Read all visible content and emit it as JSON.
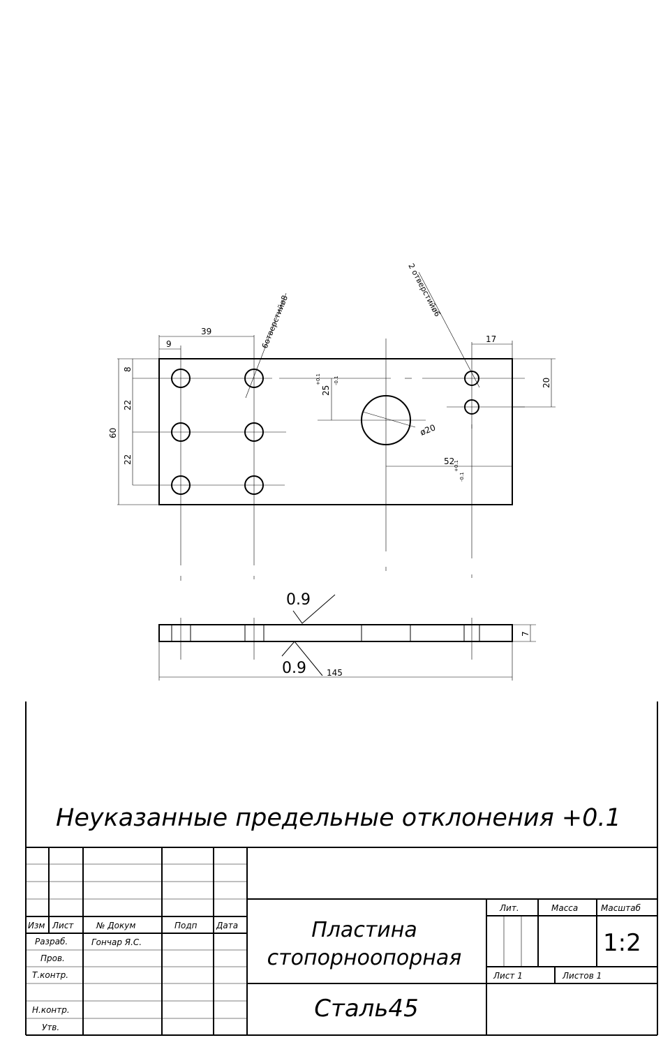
{
  "plan_view": {
    "dim_39": "39",
    "dim_9": "9",
    "dim_17": "17",
    "dim_8": "8",
    "dim_22a": "22",
    "dim_22b": "22",
    "dim_60": "60",
    "dim_20": "20",
    "dim_25": "25",
    "tol_25_upper": "+0.1",
    "tol_25_lower": "-0.1",
    "dim_52": "52",
    "tol_52_upper": "+0.1",
    "tol_52_lower": "-0.1",
    "dia_20": "ø20",
    "holes_6_leader": "6отверстийø8",
    "holes_2_leader": "2 отверстийø6"
  },
  "side_view": {
    "roughness_top": "0.9",
    "roughness_bottom": "0.9",
    "dim_145": "145",
    "dim_7": "7"
  },
  "note": "Неуказанные предельные отклонения +0.1",
  "title_block": {
    "col_izm": "Изм",
    "col_list": "Лист",
    "col_dokum": "№ Докум",
    "col_podp": "Подп",
    "col_data": "Дата",
    "row_razrab": "Разраб.",
    "razrab_name": "Гончар Я.С.",
    "row_prov": "Пров.",
    "row_tkontr": "Т.контр.",
    "row_nkontr": "Н.контр.",
    "row_utv": "Утв.",
    "part_name_1": "Пластина",
    "part_name_2": "стопорноопорная",
    "lit_label": "Лит.",
    "mass_label": "Масса",
    "scale_label": "Масштаб",
    "scale_value": "1:2",
    "sheet_label": "Лист 1",
    "sheets_label": "Листов 1",
    "material": "Сталь45"
  }
}
